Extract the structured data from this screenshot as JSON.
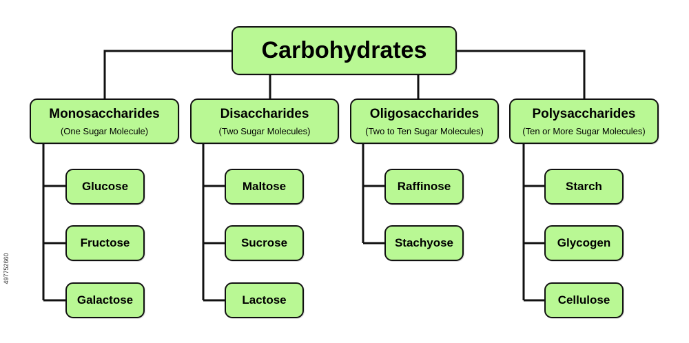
{
  "colors": {
    "box_fill": "#b9f894",
    "line": "#111111"
  },
  "root": {
    "label": "Carbohydrates"
  },
  "categories": [
    {
      "title": "Monosaccharides",
      "subtitle": "(One Sugar Molecule)",
      "items": [
        "Glucose",
        "Fructose",
        "Galactose"
      ]
    },
    {
      "title": "Disaccharides",
      "subtitle": "(Two Sugar Molecules)",
      "items": [
        "Maltose",
        "Sucrose",
        "Lactose"
      ]
    },
    {
      "title": "Oligosaccharides",
      "subtitle": "(Two to Ten Sugar Molecules)",
      "items": [
        "Raffinose",
        "Stachyose"
      ]
    },
    {
      "title": "Polysaccharides",
      "subtitle": "(Ten or More Sugar Molecules)",
      "items": [
        "Starch",
        "Glycogen",
        "Cellulose"
      ]
    }
  ],
  "image_id": "497752660"
}
